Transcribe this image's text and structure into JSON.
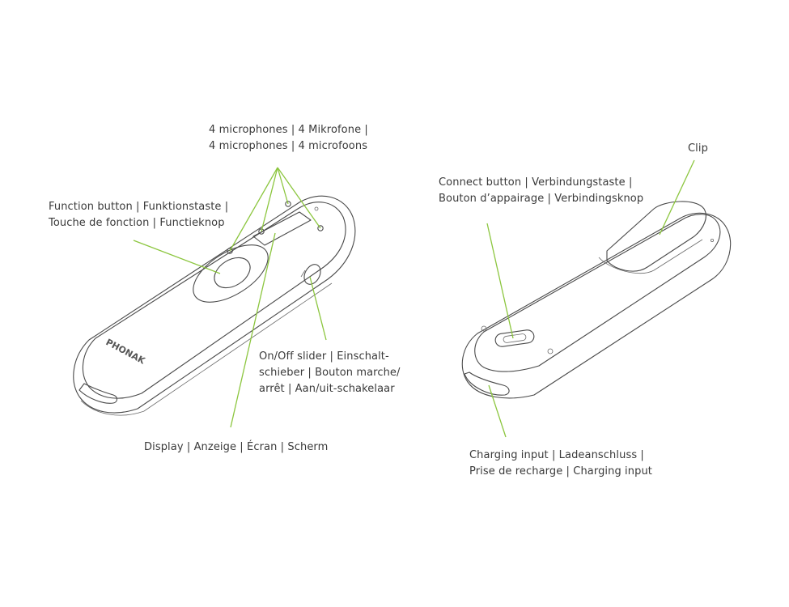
{
  "labels": {
    "microphones": [
      "4 microphones  |  4 Mikrofone  |",
      "4 microphones  |  4 microfoons"
    ],
    "function_button": [
      "Function button  |  Funktionstaste  |",
      "Touche de fonction  |  Functieknop"
    ],
    "onoff_slider": [
      "On/Off slider  |  Einschalt-",
      "schieber  |  Bouton marche/",
      "arrêt  |  Aan/uit-schakelaar"
    ],
    "display": "Display  |  Anzeige  |  Écran  |  Scherm",
    "connect_button": [
      "Connect button  |  Verbindungstaste  |",
      "Bouton d’appairage  |  Verbindingsknop"
    ],
    "clip": "Clip",
    "charging_input": [
      "Charging input  |  Ladeanschluss  |",
      "Prise de recharge  |  Charging input"
    ]
  },
  "brand_logo": "PHONAK",
  "colors": {
    "leader_line": "#8cc63f",
    "outline": "#4a4a4a",
    "text": "#3a3a3a"
  }
}
